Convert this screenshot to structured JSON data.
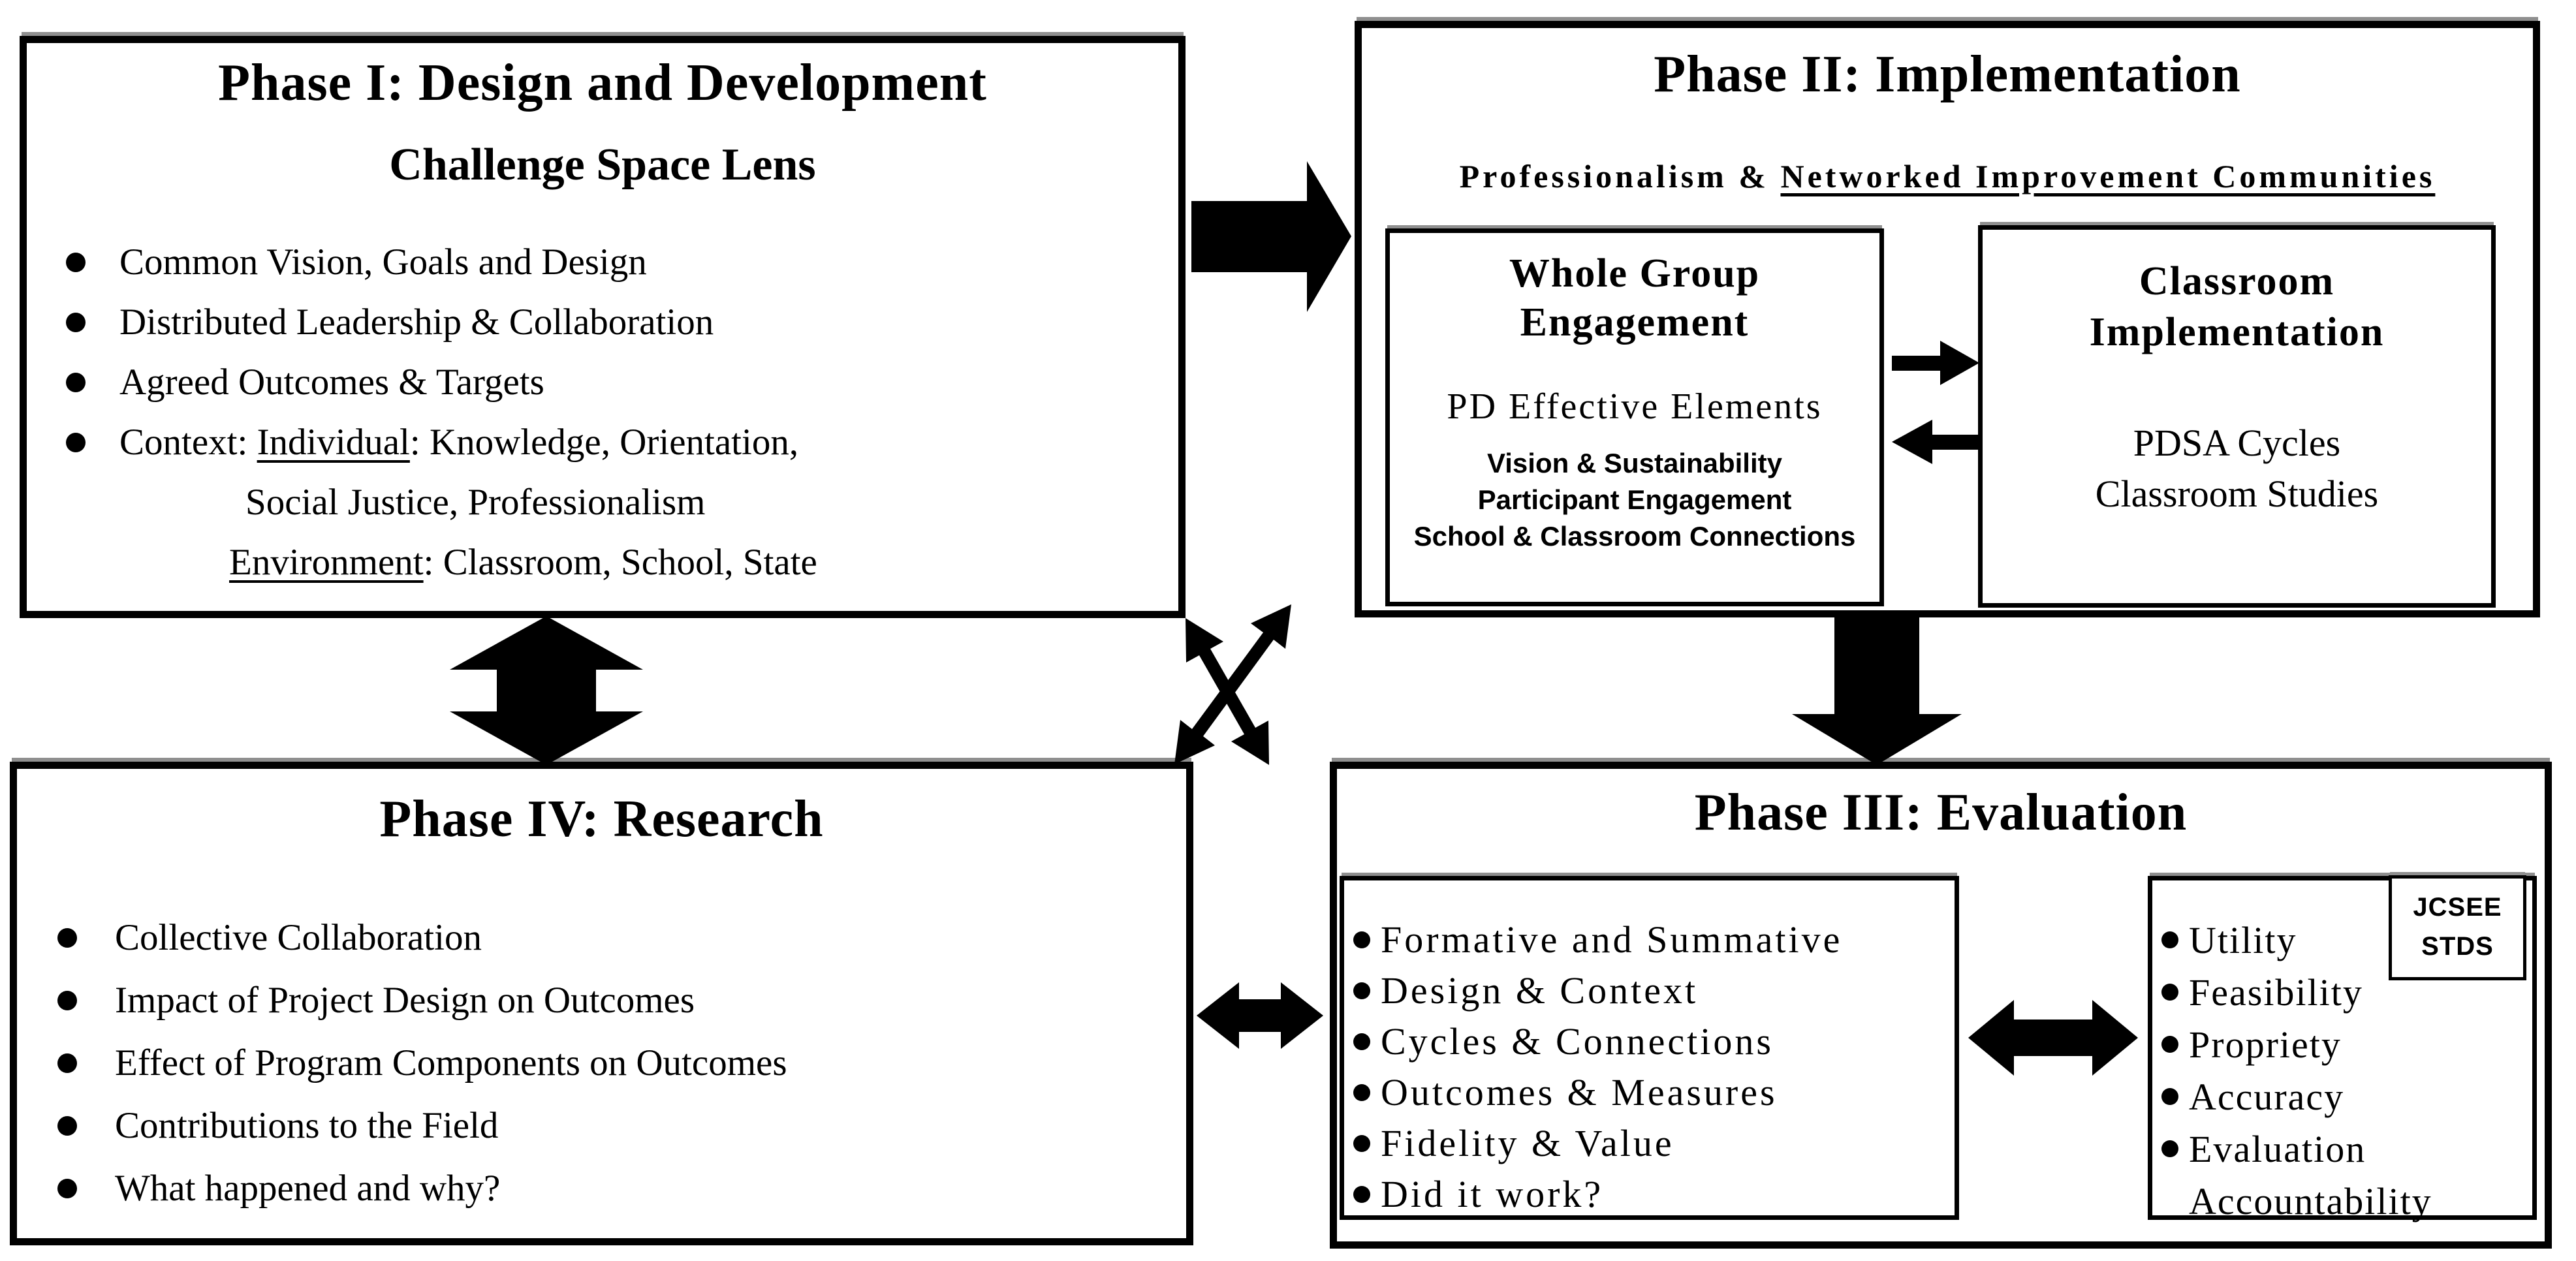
{
  "colors": {
    "ink": "#000000",
    "paper": "#ffffff",
    "shadow": "#8f8f8f"
  },
  "phase1": {
    "title": "Phase I: Design and Development",
    "subtitle": "Challenge Space Lens",
    "bullets": [
      "Common Vision, Goals and Design",
      "Distributed Leadership & Collaboration",
      "Agreed Outcomes & Targets"
    ],
    "context": {
      "prefix": "Context: ",
      "underlined": "Individual",
      "suffix": ": Knowledge, Orientation,",
      "line2": "Social Justice, Professionalism",
      "line3_underlined": "Environment",
      "line3_suffix": ": Classroom, School, State"
    }
  },
  "phase2": {
    "title": "Phase II: Implementation",
    "subtitle_prefix": "Professionalism & ",
    "subtitle_underlined": "Networked Improvement Communities",
    "whole_group": {
      "title_line1": "Whole Group",
      "title_line2": "Engagement",
      "heading": "PD Effective Elements",
      "items": [
        "Vision & Sustainability",
        "Participant Engagement",
        "School & Classroom Connections"
      ]
    },
    "classroom": {
      "title_line1": "Classroom",
      "title_line2": "Implementation",
      "items": [
        "PDSA Cycles",
        "Classroom Studies"
      ]
    }
  },
  "phase3": {
    "title": "Phase III: Evaluation",
    "left_items": [
      "Formative and Summative",
      "Design & Context",
      "Cycles & Connections",
      "Outcomes & Measures",
      "Fidelity & Value",
      "Did it work?"
    ],
    "right_items": [
      "Utility",
      "Feasibility",
      "Propriety",
      "Accuracy",
      "Evaluation"
    ],
    "right_continuation": "Accountability",
    "jcsee_line1": "JCSEE",
    "jcsee_line2": "STDS"
  },
  "phase4": {
    "title": "Phase IV: Research",
    "bullets": [
      "Collective Collaboration",
      "Impact of Project Design on Outcomes",
      "Effect of Program Components on Outcomes",
      "Contributions to the Field",
      "What happened and why?"
    ]
  },
  "arrows": [
    "phase1-to-phase2",
    "phase1-phase4-bidirectional",
    "phase2-to-phase3",
    "phase4-phase3-bidirectional",
    "cross-phase2-phase4-bidirectional",
    "cross-phase1-phase3-bidirectional",
    "wholegroup-to-classroom",
    "classroom-to-wholegroup",
    "evaluation-inner-bidirectional"
  ]
}
